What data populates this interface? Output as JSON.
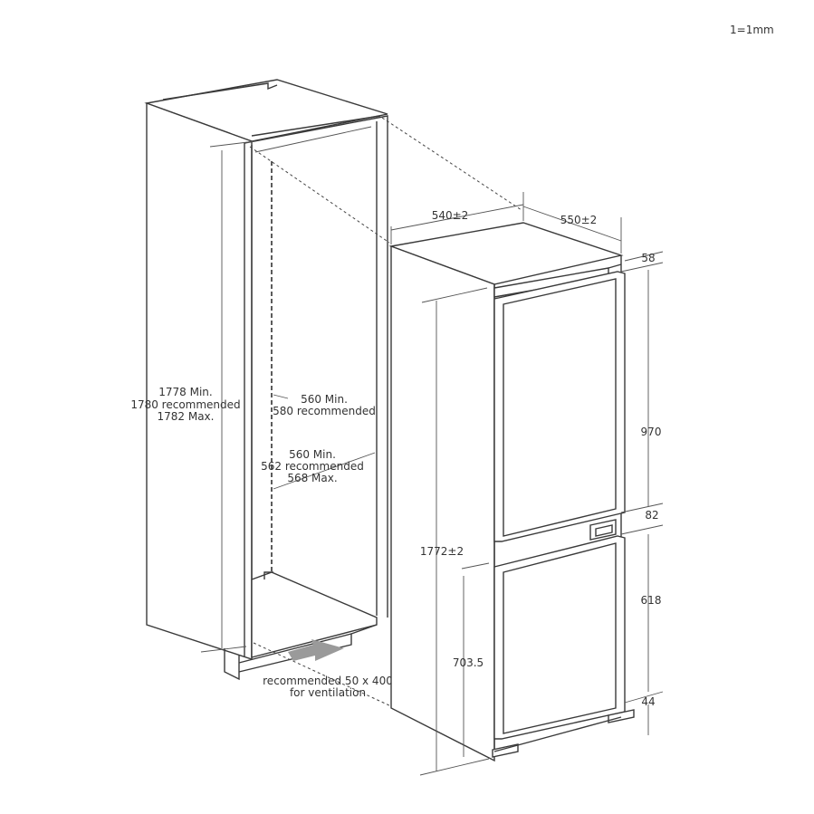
{
  "scale": "1=1mm",
  "niche": {
    "height": [
      "1778 Min.",
      "1780 recommended",
      "1782 Max."
    ],
    "depth": [
      "560 Min.",
      "580 recommended"
    ],
    "width": [
      "560 Min.",
      "562 recommended",
      "568 Max."
    ],
    "ventilation": [
      "recommended 50 x 400",
      "for ventilation"
    ]
  },
  "appliance": {
    "depth": "540±2",
    "width": "550±2",
    "total_height": "1772±2",
    "lower_door_height": "703.5",
    "dims": {
      "top": "58",
      "upper_door": "970",
      "gap": "82",
      "lower_door": "618",
      "bottom": "44"
    }
  }
}
